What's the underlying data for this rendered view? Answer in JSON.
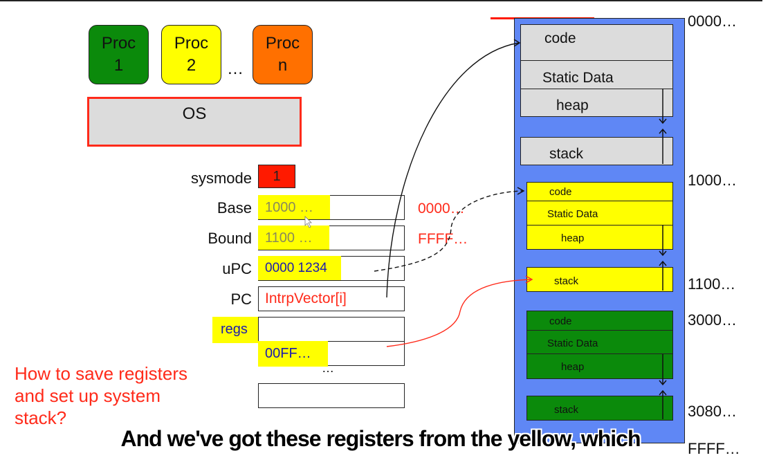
{
  "processes": [
    {
      "line1": "Proc",
      "line2": "1",
      "color": "#0b8a0b"
    },
    {
      "line1": "Proc",
      "line2": "2",
      "color": "#ffff00"
    },
    {
      "line1": "Proc",
      "line2": "n",
      "color": "#ff7000"
    }
  ],
  "ellipsis": "…",
  "os_label": "OS",
  "registers": {
    "sysmode": {
      "label": "sysmode",
      "value": "1"
    },
    "base": {
      "label": "Base",
      "value": "1000 …",
      "alt": "0000…"
    },
    "bound": {
      "label": "Bound",
      "value": "1100 …",
      "alt": "FFFF…"
    },
    "upc": {
      "label": "uPC",
      "value": "0000 1234"
    },
    "pc": {
      "label": "PC",
      "value": "IntrpVector[i]"
    },
    "regs": {
      "label": "regs",
      "value": "00FF…",
      "more": "…"
    }
  },
  "question": [
    "How to save registers",
    "and set up system",
    "stack?"
  ],
  "memory": {
    "os_segments": {
      "code": "code",
      "static": "Static Data",
      "heap": "heap",
      "stack": "stack",
      "color": "#dcdcdc"
    },
    "proc2_segments": {
      "code": "code",
      "static": "Static Data",
      "heap": "heap",
      "stack": "stack",
      "color": "#ffff00"
    },
    "proc1_segments": {
      "code": "code",
      "static": "Static Data",
      "heap": "heap",
      "stack": "stack",
      "color": "#0b8a0b"
    },
    "addresses": [
      "0000…",
      "1000…",
      "1100…",
      "3000…",
      "3080…",
      "FFFF…"
    ],
    "background": "#5f87f5"
  },
  "subtitle": "And we've got these registers from the yellow, which"
}
